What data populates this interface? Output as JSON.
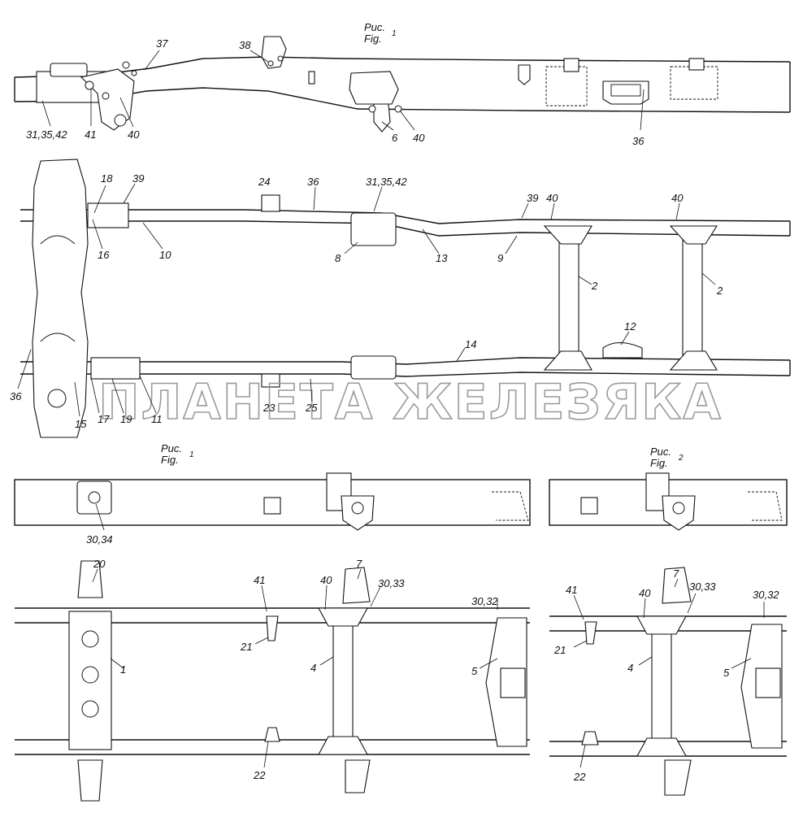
{
  "watermark": "ПЛАНЕТА ЖЕЛЕЗЯКА",
  "figure_captions": {
    "top_fig1": {
      "ru": "Рис.",
      "en": "Fig.",
      "num": "1"
    },
    "mid_fig1": {
      "ru": "Рис.",
      "en": "Fig.",
      "num": "1"
    },
    "mid_fig2": {
      "ru": "Рис.",
      "en": "Fig.",
      "num": "2"
    }
  },
  "callouts": {
    "top_side_view": [
      "37",
      "38",
      "31,35,42",
      "41",
      "40",
      "6",
      "40",
      "36"
    ],
    "top_plan_view": [
      "18",
      "39",
      "24",
      "36",
      "31,35,42",
      "39",
      "40",
      "40",
      "16",
      "10",
      "8",
      "13",
      "9",
      "2",
      "2",
      "12",
      "14",
      "36",
      "17",
      "19",
      "11",
      "15",
      "23",
      "25"
    ],
    "rear_side_fig1": [
      "30,34"
    ],
    "rear_plan_fig1": [
      "20",
      "41",
      "40",
      "7",
      "30,33",
      "30,32",
      "21",
      "4",
      "5",
      "1",
      "22"
    ],
    "rear_plan_fig2": [
      "41",
      "40",
      "7",
      "30,33",
      "30,32",
      "21",
      "4",
      "5",
      "22"
    ]
  }
}
